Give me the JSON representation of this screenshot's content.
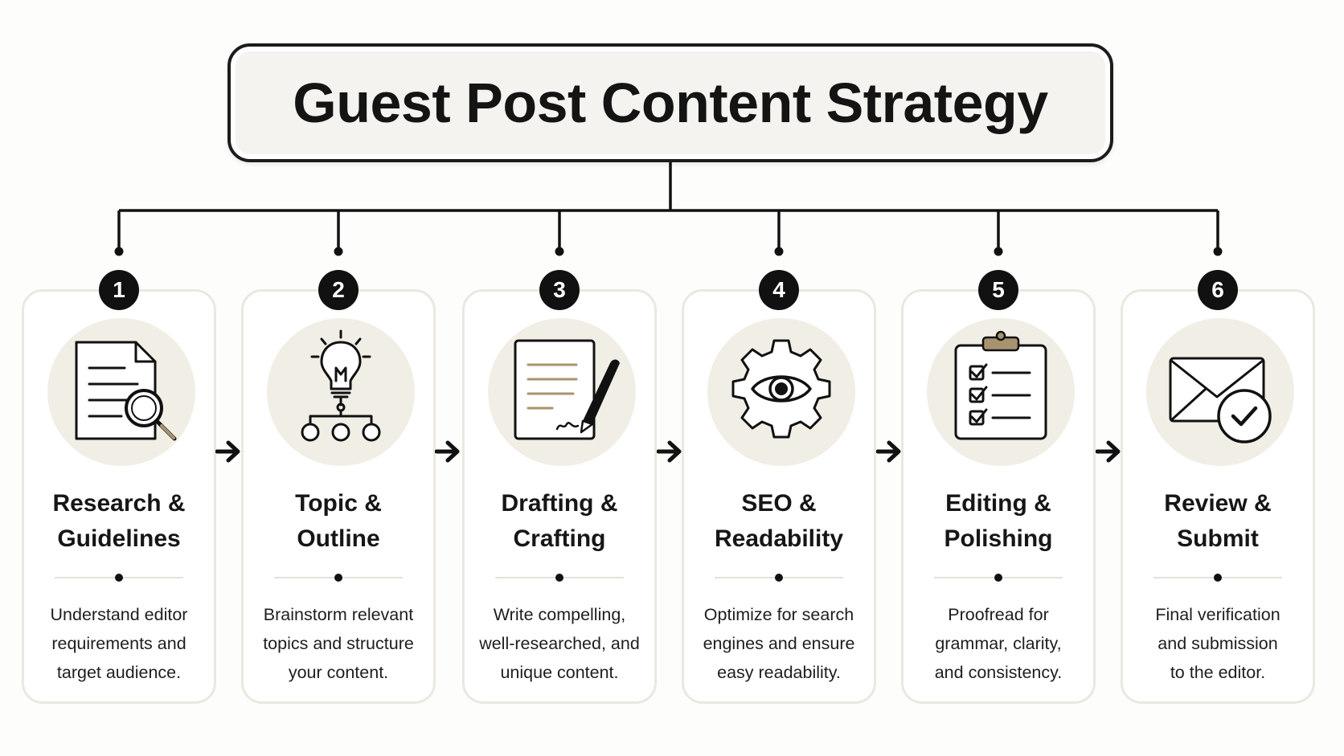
{
  "title": "Guest Post Content Strategy",
  "steps": [
    {
      "number": "1",
      "title": "Research &\nGuidelines",
      "description": "Understand editor\nrequirements and\ntarget audience.",
      "icon": "document-search-icon"
    },
    {
      "number": "2",
      "title": "Topic &\nOutline",
      "description": "Brainstorm relevant\ntopics and structure\nyour content.",
      "icon": "lightbulb-tree-icon"
    },
    {
      "number": "3",
      "title": "Drafting &\nCrafting",
      "description": "Write compelling,\nwell-researched, and\nunique content.",
      "icon": "document-pen-icon"
    },
    {
      "number": "4",
      "title": "SEO &\nReadability",
      "description": "Optimize for search\nengines and ensure\neasy readability.",
      "icon": "gear-eye-icon"
    },
    {
      "number": "5",
      "title": "Editing &\nPolishing",
      "description": "Proofread for\ngrammar, clarity,\nand consistency.",
      "icon": "clipboard-checklist-icon"
    },
    {
      "number": "6",
      "title": "Review &\nSubmit",
      "description": "Final verification\nand submission\nto the editor.",
      "icon": "envelope-check-icon"
    }
  ],
  "colors": {
    "accent": "#111111",
    "icon_bg": "#f1eee6",
    "card_border": "#ebe8e1",
    "icon_tan": "#a8936e"
  }
}
